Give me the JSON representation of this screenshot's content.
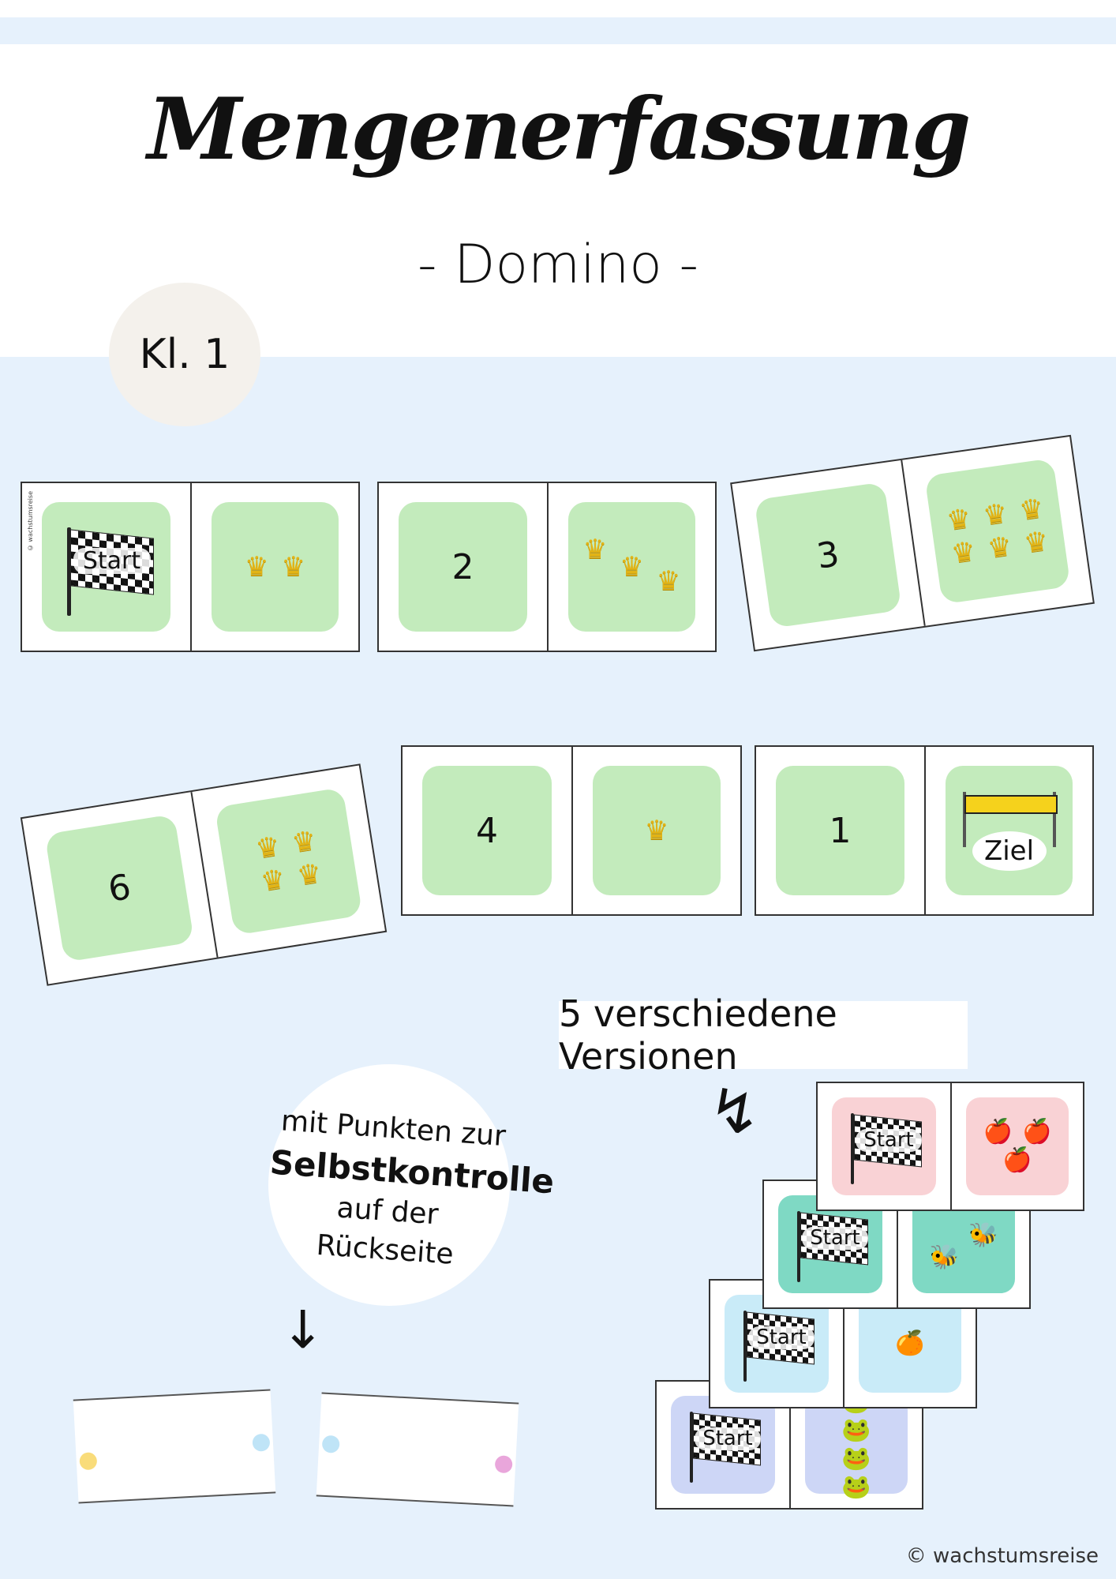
{
  "header": {
    "title": "Mengenerfassung",
    "subtitle": "- Domino -",
    "grade_badge": "Kl. 1"
  },
  "dominoes": [
    {
      "left": "Start",
      "right_crowns": 2
    },
    {
      "left": "2",
      "right_crowns": 3
    },
    {
      "left": "3",
      "right_crowns": 6
    },
    {
      "left": "6",
      "right_crowns": 4
    },
    {
      "left": "4",
      "right_crowns": 1
    },
    {
      "left": "1",
      "right": "Ziel"
    }
  ],
  "domino_copyright": "© wachstumsreise",
  "crown_icon": "♛",
  "versions_label": "5 verschiedene Versionen",
  "versions": [
    {
      "start": "Start",
      "color": "#f9d2d5",
      "item_icon": "apple-icon",
      "glyph": "🍎",
      "count": 3
    },
    {
      "start": "Start",
      "color": "#7fd9c4",
      "item_icon": "bee-icon",
      "glyph": "🐝",
      "count": 2
    },
    {
      "start": "Start",
      "color": "#c9ebf8",
      "item_icon": "orange-icon",
      "glyph": "🍊",
      "count": 1
    },
    {
      "start": "Start",
      "color": "#cdd6f6",
      "item_icon": "frog-icon",
      "glyph": "🐸",
      "count": 4
    }
  ],
  "selfcheck": {
    "line1": "mit Punkten zur",
    "line2": "Selbstkontrolle",
    "line3": "auf der Rückseite"
  },
  "colors": {
    "background": "#e6f1fc",
    "tile_green": "#c3ebbc",
    "dot_yellow": "#f9dc7a",
    "dot_blue": "#bfe4f7",
    "dot_pink": "#e9a6db"
  },
  "footer": "© wachstumsreise"
}
